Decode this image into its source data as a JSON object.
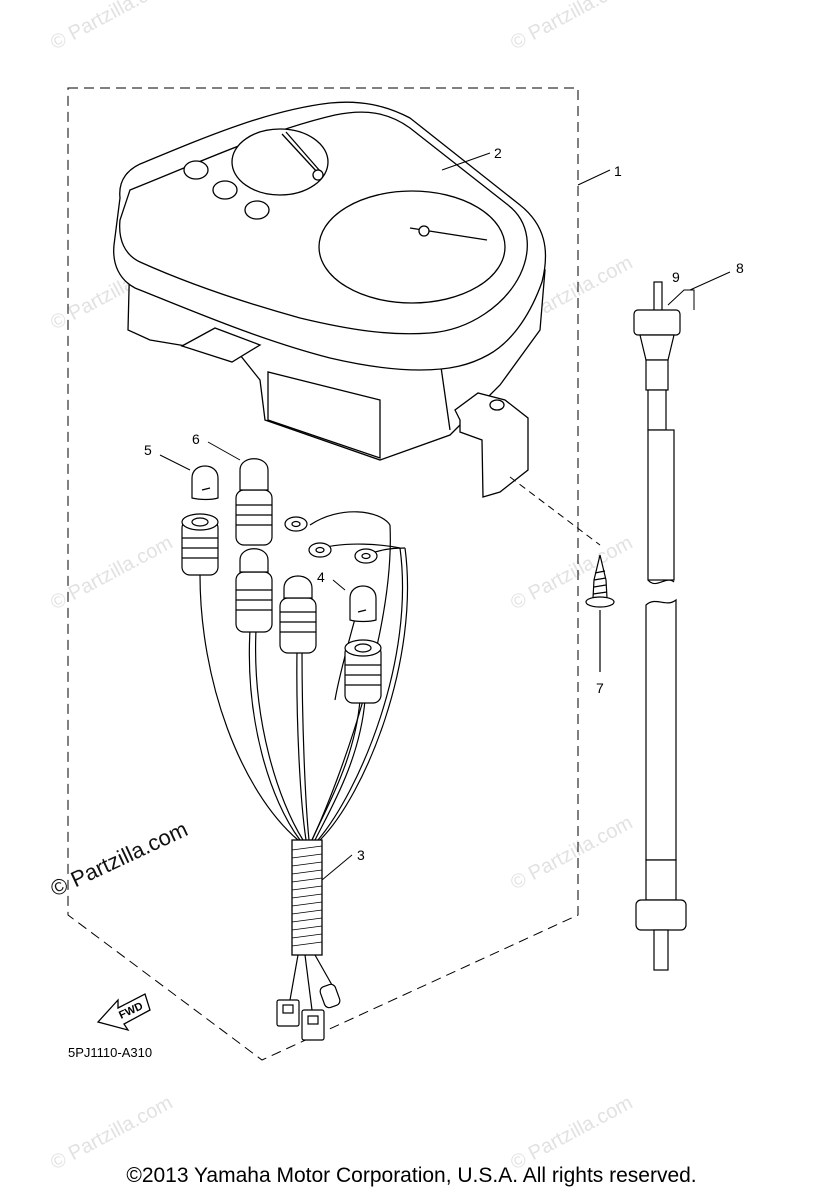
{
  "callouts": [
    "1",
    "2",
    "3",
    "4",
    "5",
    "6",
    "7",
    "8",
    "9"
  ],
  "diagram_code": "5PJ1110-A310",
  "fwd_label": "FWD",
  "watermark": "© Partzilla.com",
  "copyright": "©2013  Yamaha Motor Corporation, U.S.A. All rights reserved."
}
